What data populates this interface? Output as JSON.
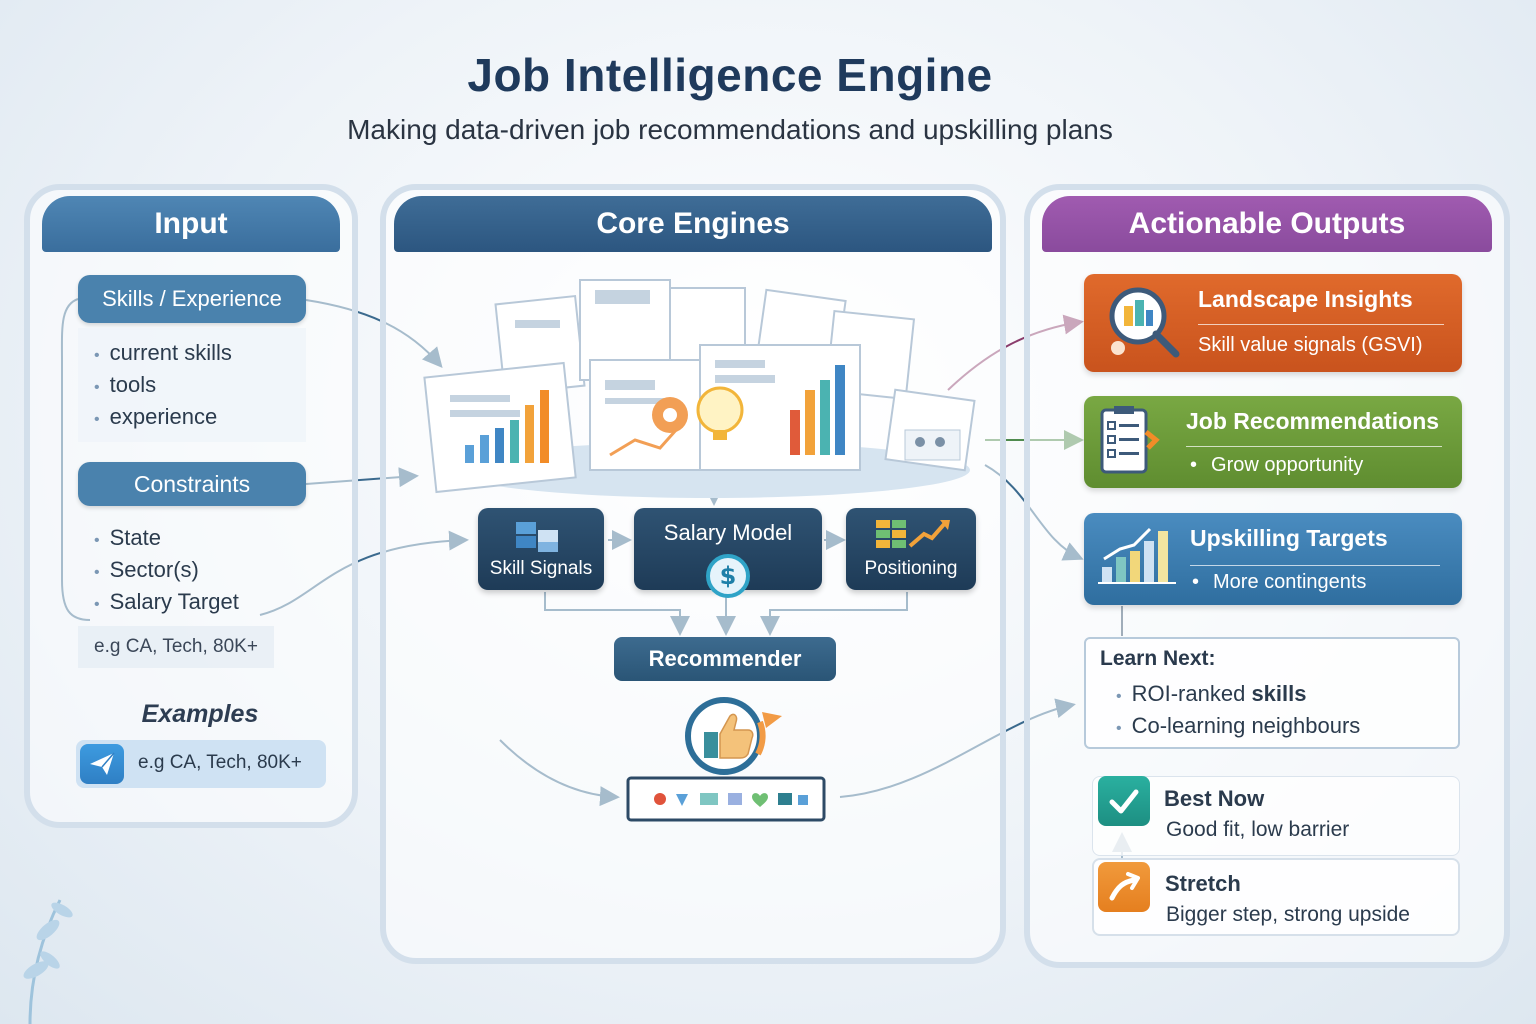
{
  "title": "Job Intelligence Engine",
  "subtitle": "Making data-driven job recommendations and upskilling plans",
  "input": {
    "header": "Input",
    "skills_label": "Skills / Experience",
    "skills_items": [
      "current skills",
      "tools",
      "experience"
    ],
    "constraints_label": "Constraints",
    "constraints_items": [
      "State",
      "Sector(s)",
      "Salary Target"
    ],
    "constraints_example": "e.g CA, Tech, 80K+",
    "examples_label": "Examples",
    "examples_value": "e.g CA, Tech, 80K+"
  },
  "core": {
    "header": "Core Engines",
    "skill_signals": "Skill Signals",
    "salary_model": "Salary Model",
    "positioning": "Positioning",
    "recommender": "Recommender"
  },
  "outputs": {
    "header": "Actionable Outputs",
    "landscape": {
      "title": "Landscape Insights",
      "sub": "Skill value signals (GSVI)"
    },
    "jobs": {
      "title": "Job Recommendations",
      "sub": "Grow opportunity"
    },
    "upskilling": {
      "title": "Upskilling Targets",
      "sub": "More contingents"
    },
    "learn_next": {
      "title": "Learn Next:",
      "item1_prefix": "ROI-ranked ",
      "item1_bold": "skills",
      "item2": "Co-learning neighbours"
    },
    "best_now": {
      "title": "Best Now",
      "sub": "Good fit, low barrier"
    },
    "stretch": {
      "title": "Stretch",
      "sub": "Bigger step, strong upside"
    }
  },
  "colors": {
    "input_header": "#3a6e9d",
    "core_header": "#2c5680",
    "outputs_header": "#8a4b9d",
    "landscape": "#d95f24",
    "jobs": "#6c9a38",
    "upskilling": "#3b7db0",
    "best_now": "#23a191",
    "stretch": "#ec8b2c"
  }
}
